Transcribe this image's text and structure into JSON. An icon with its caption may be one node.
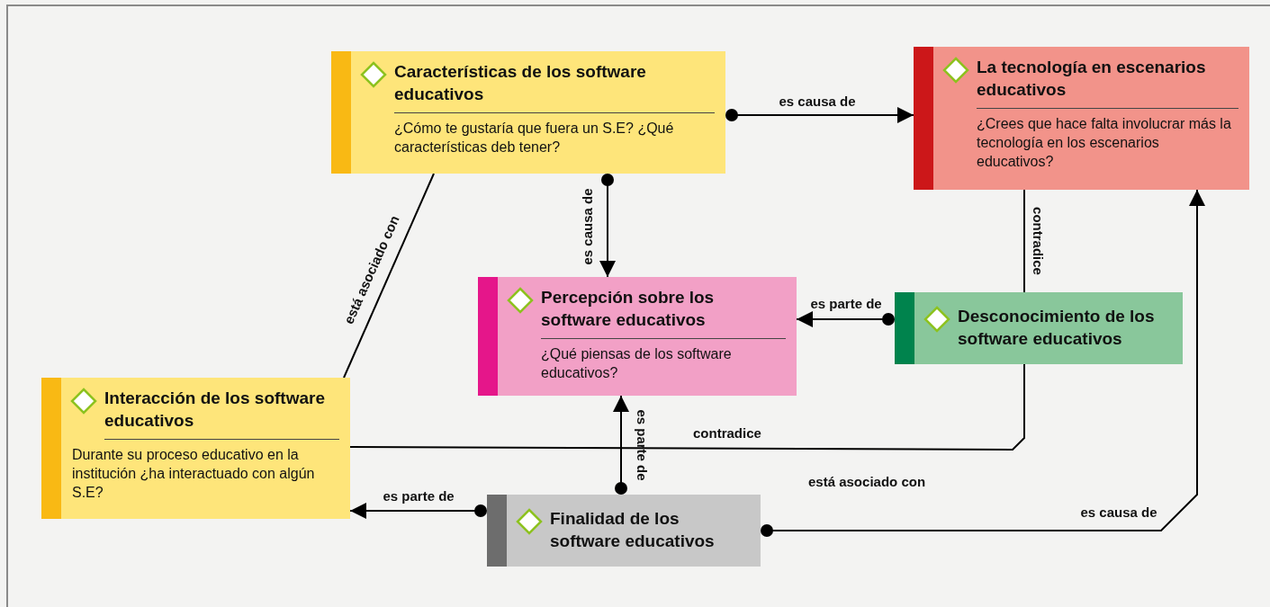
{
  "diagram": {
    "nodes": [
      {
        "text": [
          "Características de los software educativos",
          "¿Cómo te gustaría que fuera un S.E? ¿Qué características deb tener?"
        ]
      },
      {
        "text": [
          "La tecnología en escenarios educativos",
          "¿Crees que hace falta involucrar más la tecnología en los escenarios educativos?"
        ]
      },
      {
        "text": [
          "Percepción sobre los software educativos",
          "¿Qué piensas de los software educativos?"
        ]
      },
      {
        "text": [
          "Desconocimiento de los software educativos"
        ]
      },
      {
        "text": [
          "Interacción de los software educativos",
          "Durante su proceso educativo en la institución ¿ha interactuado con algún S.E?"
        ]
      },
      {
        "text": [
          "Finalidad de los software educativos"
        ]
      }
    ],
    "edges": [
      {
        "from": 0,
        "to": 1,
        "arrow": "to",
        "label": "es causa de"
      },
      {
        "from": 0,
        "to": 2,
        "arrow": "to",
        "label": "es causa de"
      },
      {
        "from": 0,
        "to": 4,
        "arrow": "none",
        "label": "está asociado con"
      },
      {
        "from": 1,
        "to": 3,
        "arrow": "none",
        "label": "contradice"
      },
      {
        "from": 3,
        "to": 2,
        "arrow": "to",
        "label": "es parte de"
      },
      {
        "from": 3,
        "to": 4,
        "arrow": "none",
        "label": "contradice"
      },
      {
        "from": 5,
        "to": 2,
        "arrow": "to",
        "label": "es parte de"
      },
      {
        "from": 5,
        "to": 4,
        "arrow": "to",
        "label": "es parte de"
      },
      {
        "from": 5,
        "to": 1,
        "arrow": "to",
        "label": "es causa de"
      }
    ],
    "labels": [
      "está asociado con"
    ]
  }
}
